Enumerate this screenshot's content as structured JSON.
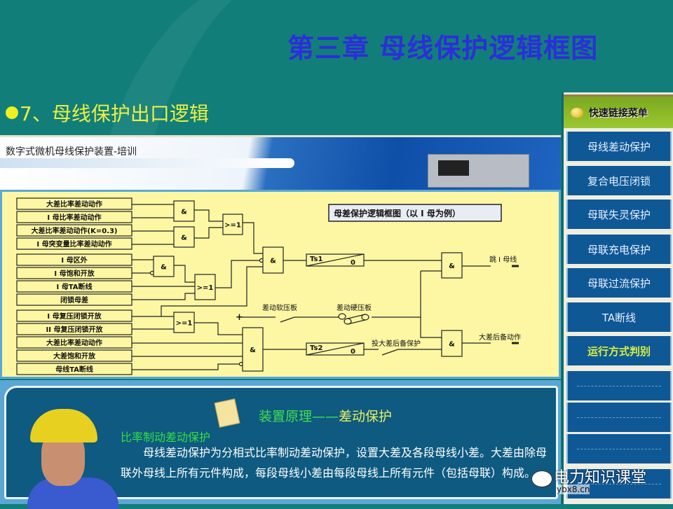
{
  "title": "第三章 母线保护逻辑框图",
  "subtitle": "7、母线保护出口逻辑",
  "banner": {
    "text": "数字式微机母线保护装置-培训"
  },
  "diagram": {
    "title": "母差保护逻辑框图（以 I 母为例）",
    "inputs": [
      "大差比率差动动作",
      "I 母比率差动动作",
      "大差比率差动动作(K=0.3)",
      "I 母突变量比率差动动作",
      "I 母区外",
      "I 母饱和开放",
      "I 母TA断线",
      "闭锁母差",
      "I 母复压闭锁开放",
      "II 母复压闭锁开放",
      "大差比率差动动作",
      "大差饱和开放",
      "母线TA断线"
    ],
    "and_label": "&",
    "or_label": ">=1",
    "ts1": "Ts1",
    "ts2": "Ts2",
    "zero": "0",
    "plus": "+",
    "soft_plate": "差动软压板",
    "hard_plate": "差动硬压板",
    "backup_switch": "投大差后备保护",
    "out1": "跳 I 母线",
    "out2": "大差后备动作"
  },
  "bottom": {
    "heading_a": "装置原理——",
    "heading_b": "差动保护",
    "subheading": "比率制动差动保护",
    "paragraph": "母线差动保护为分相式比率制动差动保护，设置大差及各段母线小差。大差由除母联外母线上所有元件构成，每段母线小差由每段母线上所有元件（包括母联）构成。"
  },
  "sidebar": {
    "header": "快速链接菜单",
    "items": [
      "母线差动保护",
      "复合电压闭锁",
      "母联失灵保护",
      "母联充电保护",
      "母联过流保护",
      "TA断线",
      "运行方式判别"
    ],
    "active_index": 6
  },
  "watermark": {
    "text": "电力知识课堂",
    "url": "ybx8.cn"
  },
  "colors": {
    "background": "#127e7a",
    "title": "#2b2fd8",
    "subtitle": "#eaf040",
    "diagram_bg": "#fdf7a4",
    "sidebar_item": "#0f5896",
    "sidebar_header": "#8cb828"
  }
}
